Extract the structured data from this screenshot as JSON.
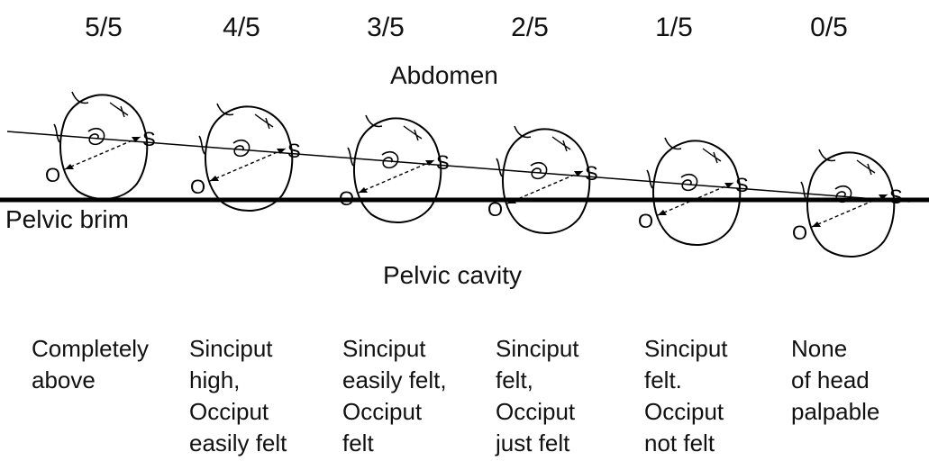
{
  "fractions": [
    "5/5",
    "4/5",
    "3/5",
    "2/5",
    "1/5",
    "0/5"
  ],
  "labels": {
    "abdomen": "Abdomen",
    "pelvic_brim": "Pelvic brim",
    "pelvic_cavity": "Pelvic cavity",
    "occiput_marker": "O",
    "sinciput_marker": "S"
  },
  "descriptions": [
    [
      "Completely",
      "above"
    ],
    [
      "Sinciput",
      "high,",
      "Occiput",
      "easily felt"
    ],
    [
      "Sinciput",
      "easily felt,",
      "Occiput",
      "felt"
    ],
    [
      "Sinciput",
      "felt,",
      "Occiput",
      "just felt"
    ],
    [
      "Sinciput",
      "felt.",
      "Occiput",
      "not felt"
    ],
    [
      "None",
      "of head",
      "palpable"
    ]
  ]
}
